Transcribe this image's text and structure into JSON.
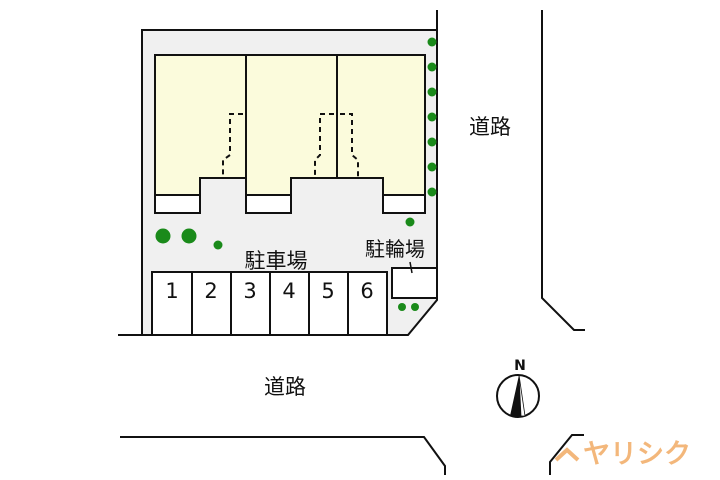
{
  "labels": {
    "road_right": "道路",
    "road_bottom": "道路",
    "parking": "駐車場",
    "bicycle_parking": "駐輪場",
    "north": "N"
  },
  "parking_spaces": [
    "1",
    "2",
    "3",
    "4",
    "5",
    "6"
  ],
  "watermark": "ヤリシク",
  "colors": {
    "building": "#fbfbdc",
    "site": "#f0f0f0",
    "tree": "#1a8a1a",
    "watermark": "#f0a050"
  }
}
